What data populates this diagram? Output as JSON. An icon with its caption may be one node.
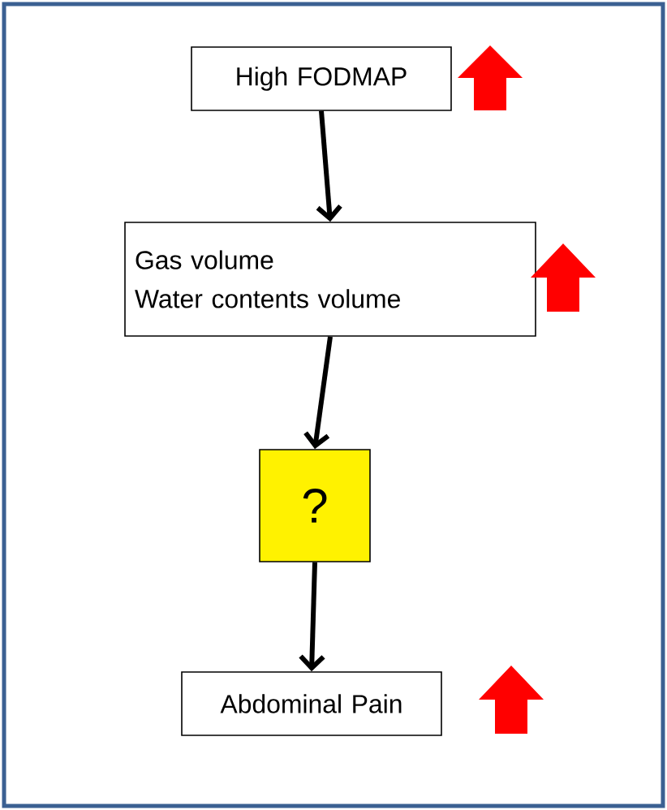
{
  "diagram": {
    "nodes": [
      {
        "text": [
          "High FODMAP"
        ]
      },
      {
        "text": [
          "Gas volume",
          "Water contents volume"
        ]
      },
      {
        "text": [
          "?"
        ]
      },
      {
        "text": [
          "Abdominal Pain"
        ]
      }
    ],
    "edges": [
      {
        "from": 0,
        "to": 1,
        "arrow": "to"
      },
      {
        "from": 1,
        "to": 2,
        "arrow": "to"
      },
      {
        "from": 2,
        "to": 3,
        "arrow": "to"
      }
    ]
  }
}
